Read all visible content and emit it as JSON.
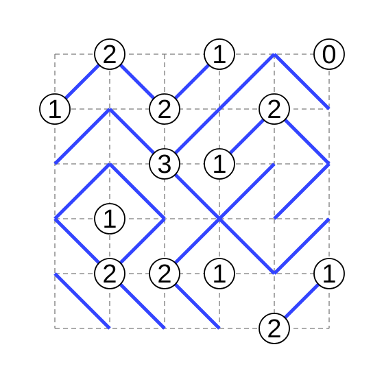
{
  "puzzle": {
    "grid": {
      "rows": 5,
      "cols": 5
    },
    "diagonals": [
      [
        "/",
        "\\",
        "/",
        "/",
        "\\"
      ],
      [
        "/",
        "\\",
        "/",
        "/",
        "\\"
      ],
      [
        "/",
        "\\",
        "\\",
        "/",
        "/"
      ],
      [
        "\\",
        "/",
        "/",
        "\\",
        "/"
      ],
      [
        "\\",
        "\\",
        "\\",
        null,
        "/"
      ]
    ],
    "clues": [
      {
        "row": 0,
        "col": 1,
        "value": "2"
      },
      {
        "row": 0,
        "col": 3,
        "value": "1"
      },
      {
        "row": 0,
        "col": 5,
        "value": "0"
      },
      {
        "row": 1,
        "col": 0,
        "value": "1"
      },
      {
        "row": 1,
        "col": 2,
        "value": "2"
      },
      {
        "row": 1,
        "col": 4,
        "value": "2"
      },
      {
        "row": 2,
        "col": 2,
        "value": "3"
      },
      {
        "row": 2,
        "col": 3,
        "value": "1"
      },
      {
        "row": 3,
        "col": 1,
        "value": "1"
      },
      {
        "row": 4,
        "col": 1,
        "value": "2"
      },
      {
        "row": 4,
        "col": 2,
        "value": "2"
      },
      {
        "row": 4,
        "col": 3,
        "value": "1"
      },
      {
        "row": 4,
        "col": 5,
        "value": "1"
      },
      {
        "row": 5,
        "col": 4,
        "value": "2"
      }
    ],
    "colors": {
      "line": "#3344ff",
      "grid": "#7a7a7a",
      "clue_fill": "#ffffff",
      "clue_stroke": "#000000"
    }
  }
}
